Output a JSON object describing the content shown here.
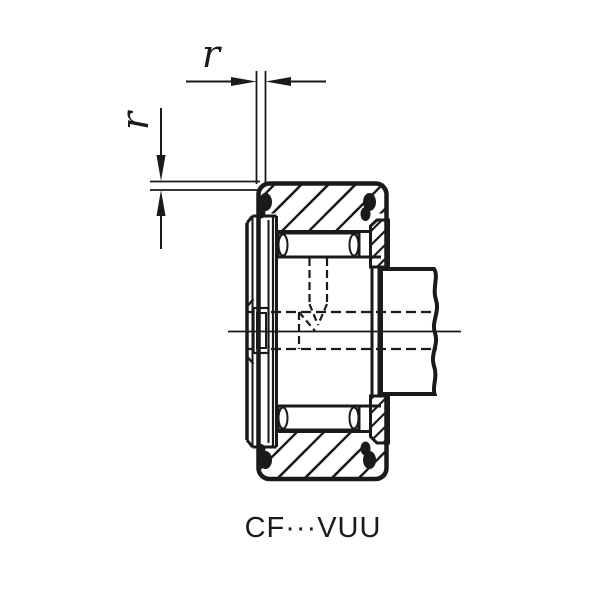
{
  "figure": {
    "kind": "technical-drawing",
    "subject": "cam follower bearing cross-section with corner radius dimensions"
  },
  "labels": {
    "model_code": "CF···VUU",
    "corner_radius_top": "r",
    "corner_radius_left": "r"
  },
  "parts": {
    "outer_ring": "outer-ring-section",
    "seals": "vuu-contact-seals",
    "rollers": "needle-rollers",
    "stud_head": "stud-head-with-hex-socket",
    "thread": "threaded-stud-with-break-line",
    "grease_hole": "hidden-grease-passages",
    "centerline": "axis-centerline"
  },
  "colors": {
    "ink": "#1a1a1a",
    "paper": "#ffffff"
  }
}
